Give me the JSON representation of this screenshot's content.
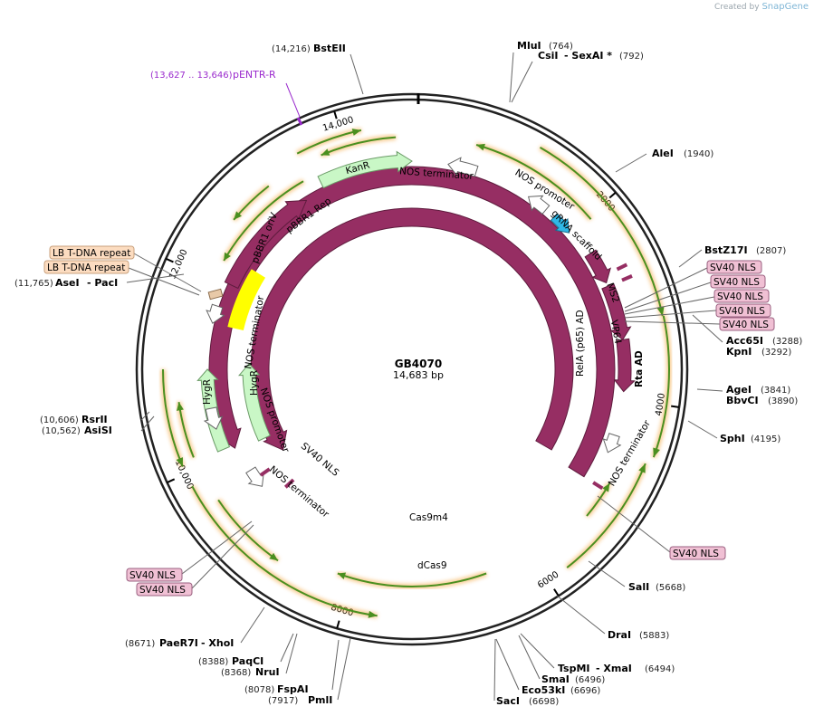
{
  "credit": {
    "prefix": "Created by",
    "brand": "SnapGene"
  },
  "plasmid": {
    "name": "GB4070",
    "size": "14,683 bp",
    "length": 14683
  },
  "colors": {
    "cas9": "#962e63",
    "resistance": "#c9f7c6",
    "ori": "#ffff00",
    "nls": "#f0c0d4",
    "repeat": "#fcdcc0",
    "primer": "#9a2acd",
    "orf": "#4a8f1f",
    "orf_glow": "#f3a43a"
  },
  "ruler": [
    {
      "label": "2000",
      "pos": 2000
    },
    {
      "label": "4000",
      "pos": 4000
    },
    {
      "label": "6000",
      "pos": 6000
    },
    {
      "label": "8000",
      "pos": 8000
    },
    {
      "label": "10,000",
      "pos": 10000
    },
    {
      "label": "12,000",
      "pos": 12000
    },
    {
      "label": "14,000",
      "pos": 14000
    }
  ],
  "sites": [
    {
      "pos_label": "(14,216)",
      "name": "BstEII"
    },
    {
      "name": "MluI",
      "pos_label": "(764)"
    },
    {
      "name": "CsiI",
      "extra": "- SexAI *",
      "pos_label": "(792)"
    },
    {
      "name": "AleI",
      "pos_label": "(1940)"
    },
    {
      "name": "BstZ17I",
      "pos_label": "(2807)"
    },
    {
      "name": "Acc65I",
      "pos_label": "(3288)"
    },
    {
      "name": "KpnI",
      "pos_label": "(3292)"
    },
    {
      "name": "AgeI",
      "pos_label": "(3841)"
    },
    {
      "name": "BbvCI",
      "pos_label": "(3890)"
    },
    {
      "name": "SphI",
      "pos_label": "(4195)"
    },
    {
      "name": "SalI",
      "pos_label": "(5668)"
    },
    {
      "name": "DraI",
      "pos_label": "(5883)"
    },
    {
      "name": "TspMI",
      "extra": "- XmaI",
      "pos_label": "(6494)"
    },
    {
      "name": "SmaI",
      "pos_label": "(6496)"
    },
    {
      "name": "Eco53kI",
      "pos_label": "(6696)"
    },
    {
      "name": "SacI",
      "pos_label": "(6698)"
    },
    {
      "name": "PmlI",
      "pos_label": "(7917)"
    },
    {
      "name": "FspAI",
      "pos_label": "(8078)"
    },
    {
      "name": "NruI",
      "pos_label": "(8368)"
    },
    {
      "name": "PaqCI",
      "pos_label": "(8388)"
    },
    {
      "name": "PaeR7I",
      "extra": "- XhoI",
      "pos_label": "(8671)"
    },
    {
      "name": "AsiSI",
      "pos_label": "(10,562)"
    },
    {
      "name": "RsrII",
      "pos_label": "(10,606)"
    },
    {
      "name": "AseI",
      "extra": "- PacI",
      "pos_label": "(11,765)"
    }
  ],
  "primer": {
    "range": "(13,627 .. 13,646)",
    "name": "pENTR-R"
  },
  "boxed": {
    "nls": [
      "SV40 NLS",
      "SV40 NLS",
      "SV40 NLS",
      "SV40 NLS",
      "SV40 NLS",
      "SV40 NLS",
      "SV40 NLS",
      "SV40 NLS"
    ],
    "repeats": [
      "LB T-DNA repeat",
      "LB T-DNA repeat"
    ]
  },
  "features": {
    "kanr": "KanR",
    "nos_term_top": "NOS terminator",
    "nos_prom_top": "NOS promoter",
    "grna": "gRNA scaffold",
    "pbbr1_rep": "pBBR1 Rep",
    "pbbr1_oriv": "pBBR1 oriV",
    "ms2": "MS2",
    "vp64": "VP64",
    "relA": "RelA (p65) AD",
    "rta": "Rta AD",
    "nos_term_right": "NOS terminator",
    "cas9m4": "Cas9m4",
    "dcas9": "dCas9",
    "sv40_inner": "SV40 NLS",
    "nos_term_bottom": "NOS terminator",
    "hygr_left": "HygR",
    "hygr_right": "HygR",
    "nos_term_left": "NOS terminator",
    "nos_prom_left": "NOS promoter"
  }
}
